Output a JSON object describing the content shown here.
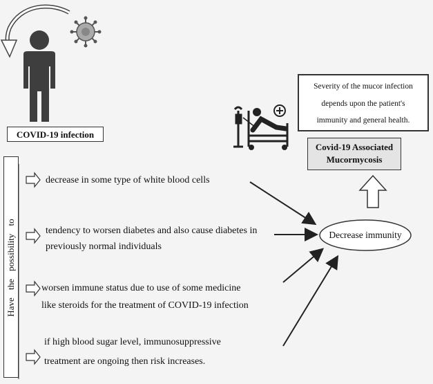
{
  "virus_label": "COVID-19 infection",
  "side_label": "Have the possibility to",
  "causes": [
    {
      "line1": "decrease in some type of white blood cells",
      "line2": ""
    },
    {
      "line1": "tendency to worsen diabetes and also cause diabetes in",
      "line2": "previously normal individuals"
    },
    {
      "line1": "worsen immune status due to use of some medicine",
      "line2": "like steroids for the treatment of COVID-19 infection"
    },
    {
      "line1": "if high blood sugar level, immunosuppressive",
      "line2": "treatment are  ongoing then risk increases."
    }
  ],
  "decrease_immunity": "Decrease immunity",
  "camm": {
    "line1": "Covid-19 Associated",
    "line2": "Mucormycosis"
  },
  "severity": {
    "line1": "Severity of the mucor infection",
    "line2": "depends upon the patient's",
    "line3": "immunity  and general health."
  },
  "icons": [
    "person-icon",
    "virus-icon",
    "curved-arrow-icon",
    "hospital-bed-icon"
  ]
}
